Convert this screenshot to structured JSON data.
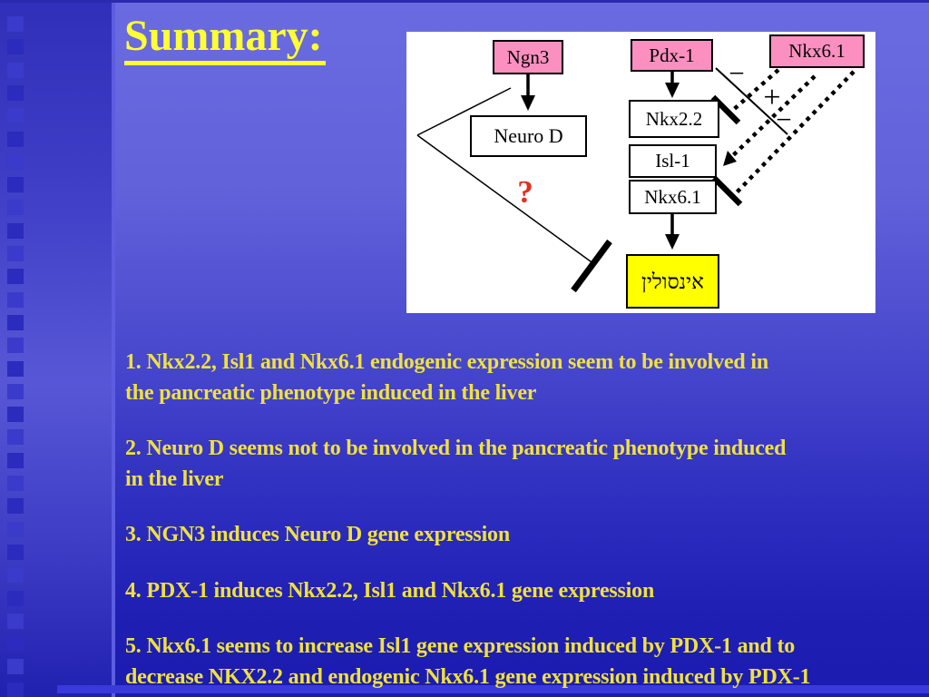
{
  "slide": {
    "title": "Summary:",
    "items": [
      "1. Nkx2.2, Isl1 and Nkx6.1 endogenic expression seem to be involved in\nthe pancreatic phenotype induced in the liver",
      "2. Neuro D seems not to be involved in the pancreatic phenotype induced\nin the liver",
      "3. NGN3 induces Neuro D gene expression",
      "4. PDX-1 induces Nkx2.2, Isl1 and Nkx6.1 gene expression",
      "5. Nkx6.1 seems to increase Isl1 gene expression induced by PDX-1 and to\ndecrease NKX2.2 and endogenic Nkx6.1 gene expression induced by PDX-1"
    ]
  },
  "diagram": {
    "nodes": {
      "ngn3": "Ngn3",
      "pdx1": "Pdx-1",
      "nkx61_upstream": "Nkx6.1",
      "nkx22": "Nkx2.2",
      "isl1": "Isl-1",
      "nkx61_endogenic": "Nkx6.1",
      "neuro_d": "Neuro D",
      "insulin": "אינסולין"
    },
    "annotations": {
      "minus_upper": "−",
      "plus": "+",
      "minus_lower": "−",
      "question_mark": "?"
    },
    "colors": {
      "gene_box_pink": "#fb90c0",
      "insulin_box_yellow": "#ffff00",
      "question_red": "#e03020"
    }
  },
  "theme": {
    "background_top": "#6b6be1",
    "background_bottom": "#1b1bb0",
    "title_yellow": "#ffff33",
    "body_text_yellow": "#f0e13c"
  },
  "sidebar": {
    "square_count": 30
  }
}
